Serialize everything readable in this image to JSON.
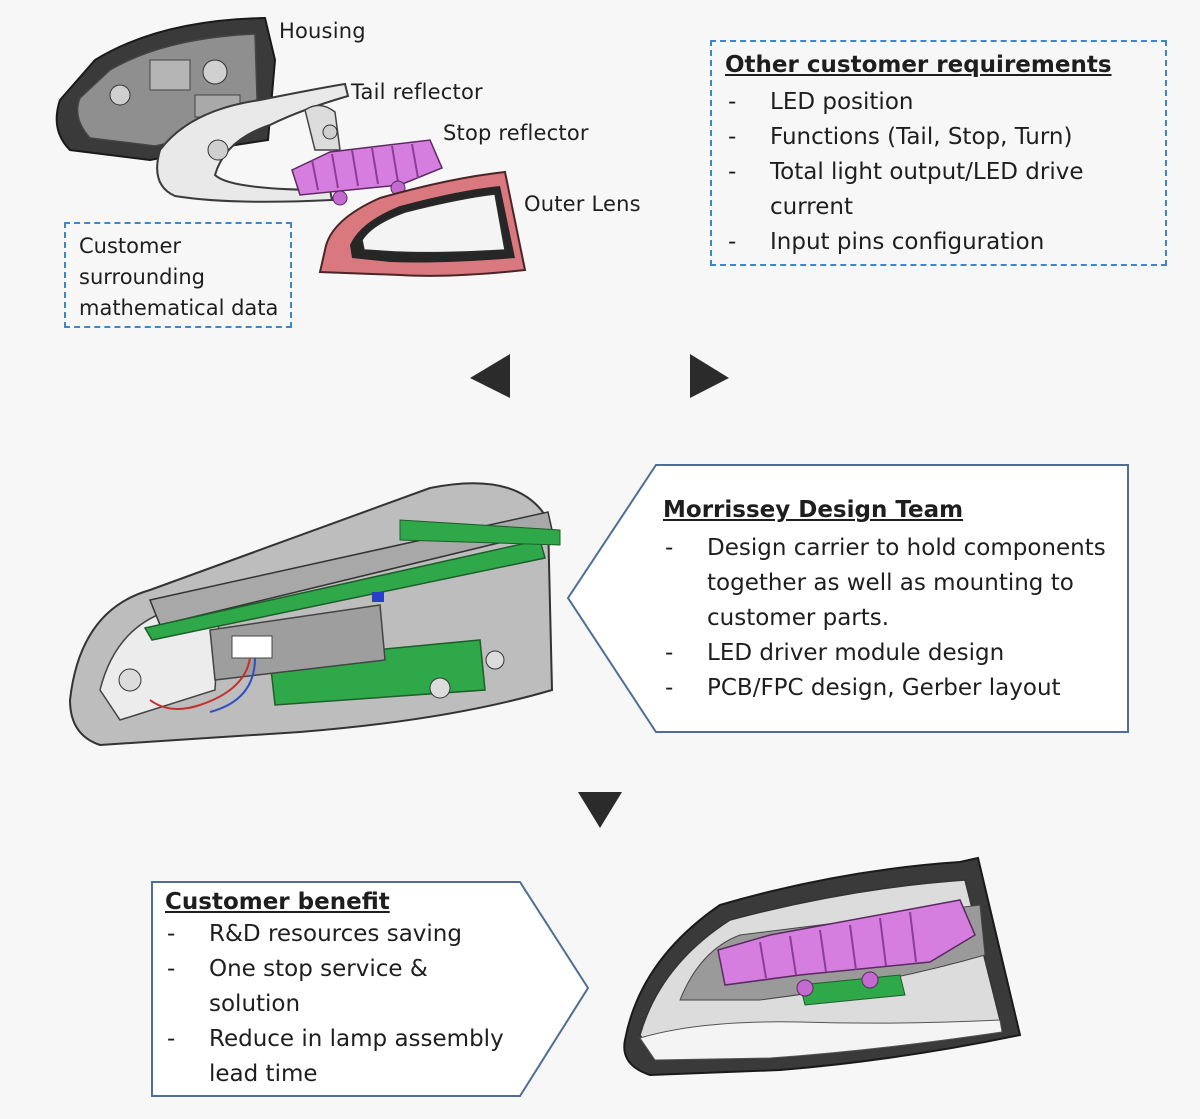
{
  "exploded_labels": {
    "housing": "Housing",
    "tail_reflector": "Tail reflector",
    "stop_reflector": "Stop reflector",
    "outer_lens": "Outer Lens"
  },
  "customer_data_box": {
    "text": "Customer surrounding mathematical data"
  },
  "requirements_box": {
    "title": "Other customer requirements",
    "items": [
      "LED position",
      "Functions (Tail, Stop, Turn)",
      "Total light output/LED drive current",
      "Input pins configuration"
    ]
  },
  "design_team_box": {
    "title": "Morrissey Design Team",
    "items": [
      "Design carrier to hold components together as well as mounting to customer parts.",
      "LED driver module design",
      "PCB/FPC design, Gerber layout"
    ]
  },
  "benefit_box": {
    "title": "Customer benefit",
    "items": [
      "R&D resources saving",
      "One stop service & solution",
      "Reduce in lamp assembly lead time"
    ]
  },
  "colors": {
    "dashed_border": "#3c87c9",
    "callout_border": "#4e6e95",
    "arrow": "#2b2b2b",
    "stop_reflector": "#d67ee0",
    "pcb": "#2fa84a",
    "outer_lens": "#d9787e"
  }
}
